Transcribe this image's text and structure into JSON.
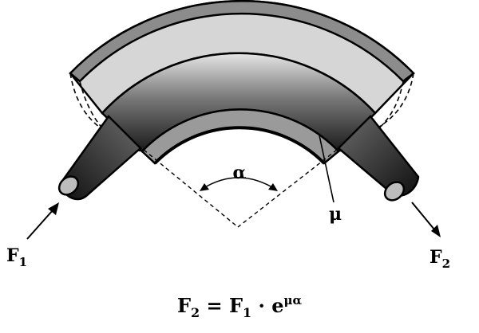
{
  "labels": {
    "alpha": "α",
    "mu": "μ",
    "f1": {
      "base": "F",
      "sub": "1"
    },
    "f2": {
      "base": "F",
      "sub": "2"
    }
  },
  "formula": {
    "lhs_base": "F",
    "lhs_sub": "2",
    "equals": " = ",
    "rhs_base": "F",
    "rhs_sub": "1",
    "dot": " · ",
    "exp_base": "e",
    "exponent": "μα"
  }
}
